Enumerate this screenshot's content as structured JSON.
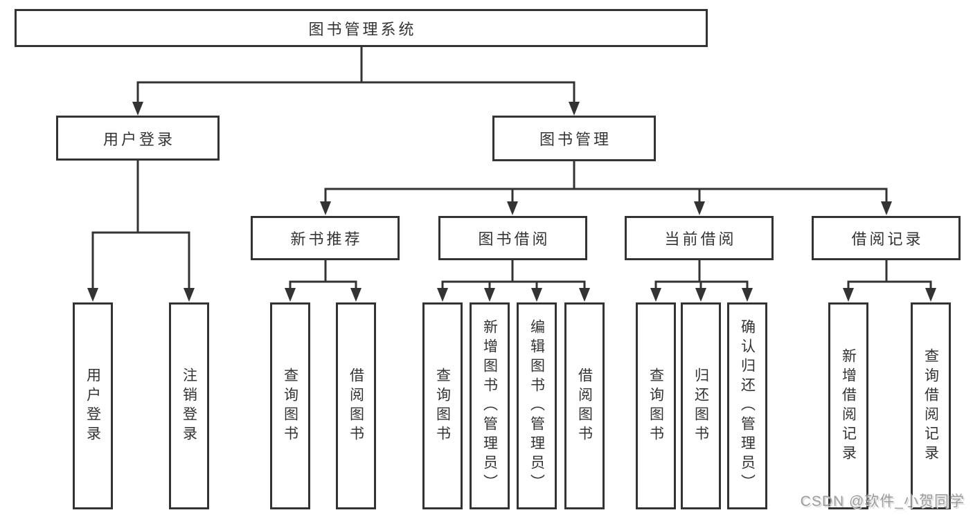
{
  "tree": {
    "root": {
      "label": "图书管理系统"
    },
    "user_login": {
      "label": "用户登录",
      "children": [
        {
          "label": "用户登录"
        },
        {
          "label": "注销登录"
        }
      ]
    },
    "book_mgmt": {
      "label": "图书管理",
      "sections": [
        {
          "label": "新书推荐",
          "children": [
            {
              "label": "查询图书"
            },
            {
              "label": "借阅图书"
            }
          ]
        },
        {
          "label": "图书借阅",
          "children": [
            {
              "label": "查询图书"
            },
            {
              "label": "新增图书（管理员）"
            },
            {
              "label": "编辑图书（管理员）"
            },
            {
              "label": "借阅图书"
            }
          ]
        },
        {
          "label": "当前借阅",
          "children": [
            {
              "label": "查询图书"
            },
            {
              "label": "归还图书"
            },
            {
              "label": "确认归还（管理员）"
            }
          ]
        },
        {
          "label": "借阅记录",
          "children": [
            {
              "label": "新增借阅记录"
            },
            {
              "label": "查询借阅记录"
            }
          ]
        }
      ]
    }
  },
  "watermark": {
    "text": "CSDN @软件_小贺同学"
  },
  "colors": {
    "line": "#333333",
    "text": "#333333",
    "box_fill": "#ffffff",
    "watermark": "#9c9c9c"
  }
}
